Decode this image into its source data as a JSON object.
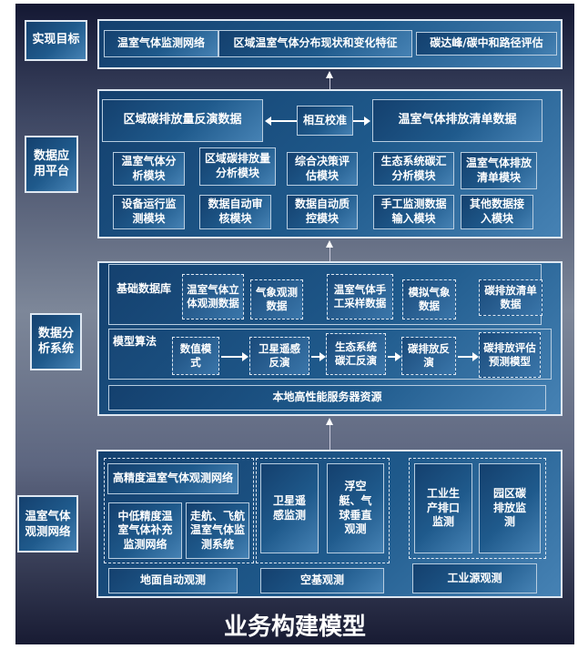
{
  "title": "业务构建模型",
  "layers": {
    "goal": {
      "label": "实现目标",
      "items": [
        "温室气体监测网络",
        "区域温室气体分布现状和变化特征",
        "碳达峰/碳中和路径评估"
      ]
    },
    "platform": {
      "label": "数据应用平台",
      "left_data": "区域碳排放量反演数据",
      "calibrate": "相互校准",
      "right_data": "温室气体排放清单数据",
      "modules": [
        "温室气体分析模块",
        "区域碳排放量分析模块",
        "综合决策评估模块",
        "生态系统碳汇分析模块",
        "温室气体排放清单模块",
        "设备运行监测模块",
        "数据自动审核模块",
        "数据自动质控模块",
        "手工监测数据输入模块",
        "其他数据接入模块"
      ]
    },
    "analysis": {
      "label": "数据分析系统",
      "db_label": "基础数据库",
      "db_items": [
        "温室气体立体观测数据",
        "气象观测数据",
        "温室气体手工采样数据",
        "模拟气象数据",
        "碳排放清单数据"
      ],
      "model_label": "模型算法",
      "model_items": [
        "数值模式",
        "卫星遥感反演",
        "生态系统碳汇反演",
        "碳排放反演",
        "碳排放评估预测模型"
      ],
      "server": "本地高性能服务器资源"
    },
    "network": {
      "label": "温室气体观测网络",
      "ground": [
        "高精度温室气体观测网络",
        "中低精度温室气体补充监测网络",
        "走航、飞航温室气体监测系统"
      ],
      "air": [
        "卫星遥感监测",
        "浮空艇、气球垂直观测"
      ],
      "industry": [
        "工业生产排口监测",
        "园区碳排放监测"
      ],
      "groups": [
        "地面自动观测",
        "空基观测",
        "工业源观测"
      ]
    }
  }
}
